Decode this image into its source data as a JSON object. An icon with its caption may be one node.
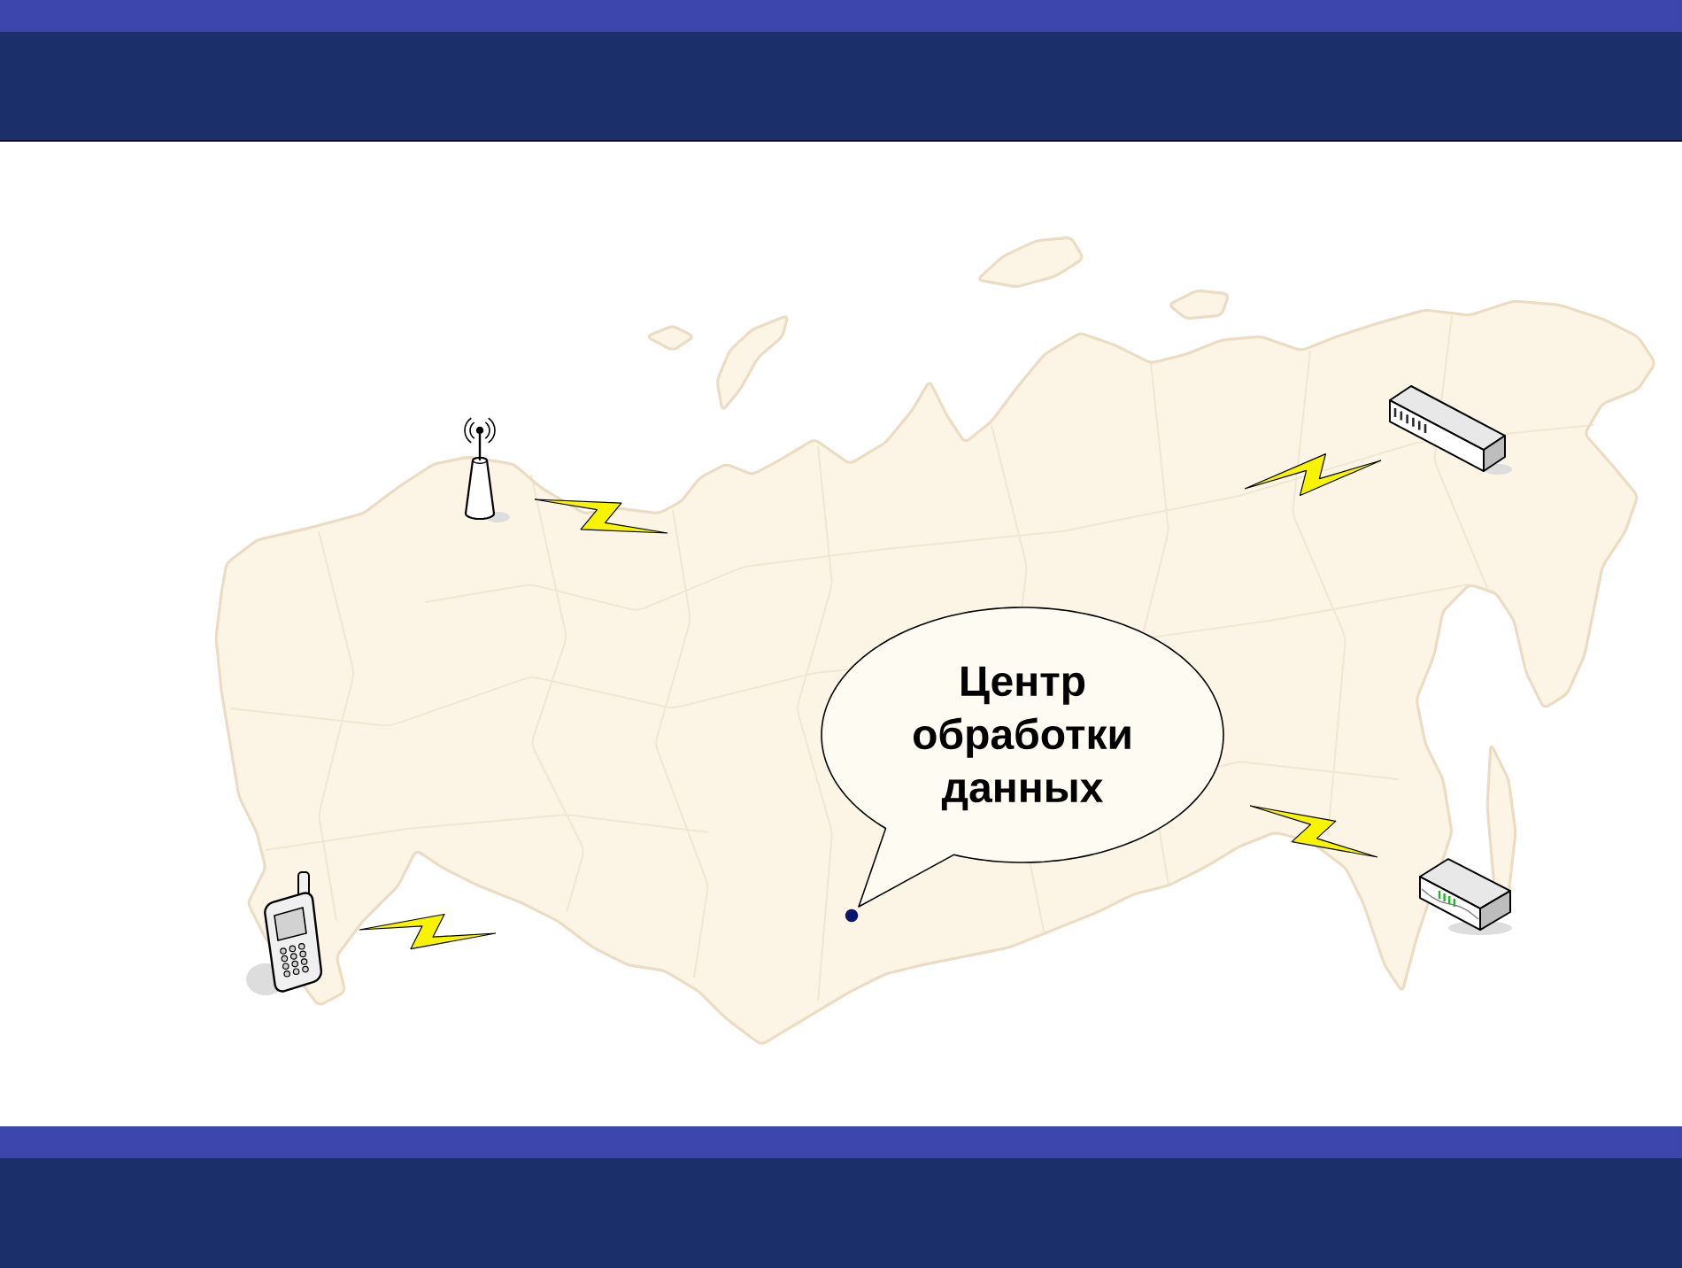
{
  "diagram": {
    "nodes": [
      {
        "text": [],
        "shape": "picture"
      },
      {
        "text": [],
        "shape": "picture"
      },
      {
        "text": [
          "Центр обработки данных"
        ]
      },
      {
        "text": [],
        "shape": "picture"
      },
      {
        "text": [],
        "shape": "picture"
      }
    ],
    "edges": [
      {
        "from": 0,
        "to": null,
        "arrow": "none"
      },
      {
        "from": 1,
        "to": null,
        "arrow": "none"
      },
      {
        "from": 3,
        "to": null,
        "arrow": "none"
      },
      {
        "from": 4,
        "to": null,
        "arrow": "none"
      }
    ]
  }
}
